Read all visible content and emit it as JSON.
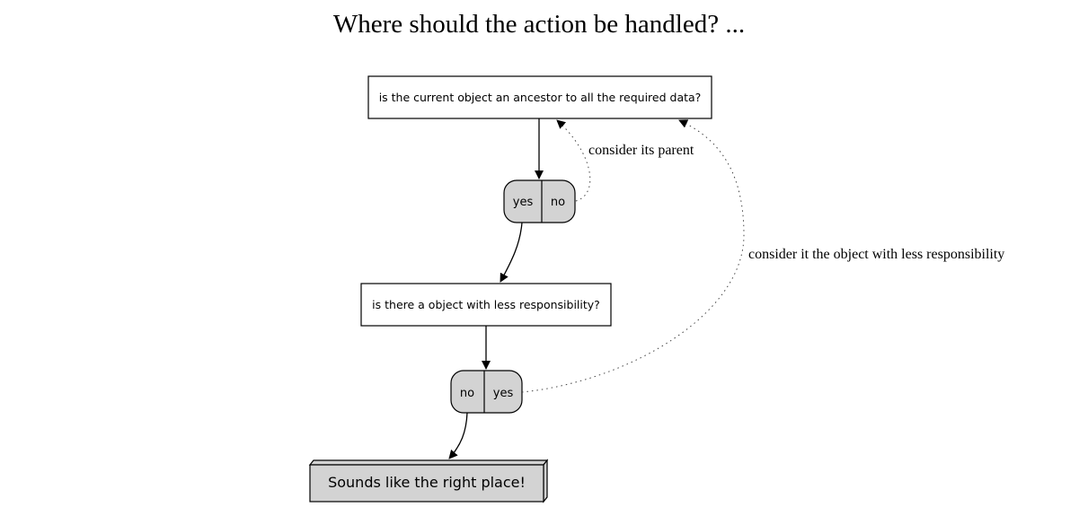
{
  "title": "Where should the action be handled? ...",
  "nodes": {
    "q1": "is the current object an ancestor to all the required data?",
    "q2": "is there a object with less responsibility?",
    "end": "Sounds like the right place!"
  },
  "decisions": {
    "d1": {
      "left": "yes",
      "right": "no"
    },
    "d2": {
      "left": "no",
      "right": "yes"
    }
  },
  "edge_labels": {
    "parent": "consider its parent",
    "less_resp": "consider it the object with less responsibility"
  }
}
